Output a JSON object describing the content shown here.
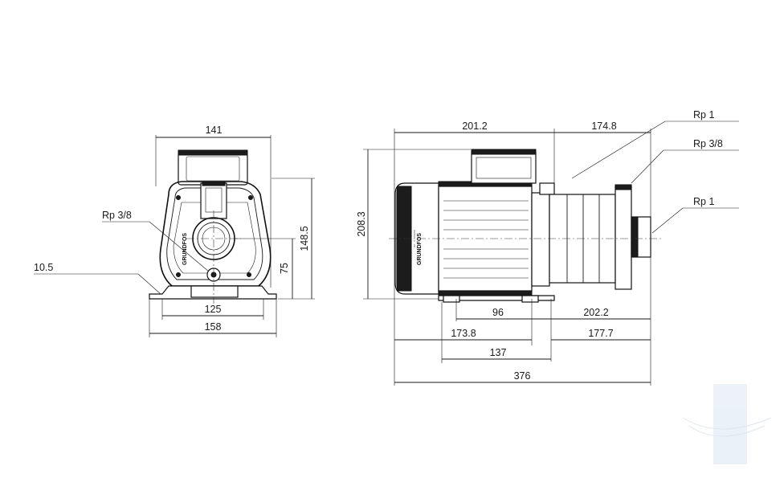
{
  "front_view": {
    "dim_width_top": "141",
    "dim_height": "148.5",
    "dim_axis_height": "75",
    "dim_feet_spacing": "125",
    "dim_base_width": "158",
    "dim_foot_thickness": "10.5",
    "label_port": "Rp 3/8",
    "brand": "GRUNDFOS"
  },
  "side_view": {
    "dim_top_left": "201.2",
    "dim_top_right": "174.8",
    "dim_height": "208.3",
    "dim_96": "96",
    "dim_202_2": "202.2",
    "dim_173_8": "173.8",
    "dim_177_7": "177.7",
    "dim_137": "137",
    "dim_total": "376",
    "label_rp1_top": "Rp 1",
    "label_rp38": "Rp 3/8",
    "label_rp1_side": "Rp 1",
    "brand": "GRUNDFOS"
  }
}
